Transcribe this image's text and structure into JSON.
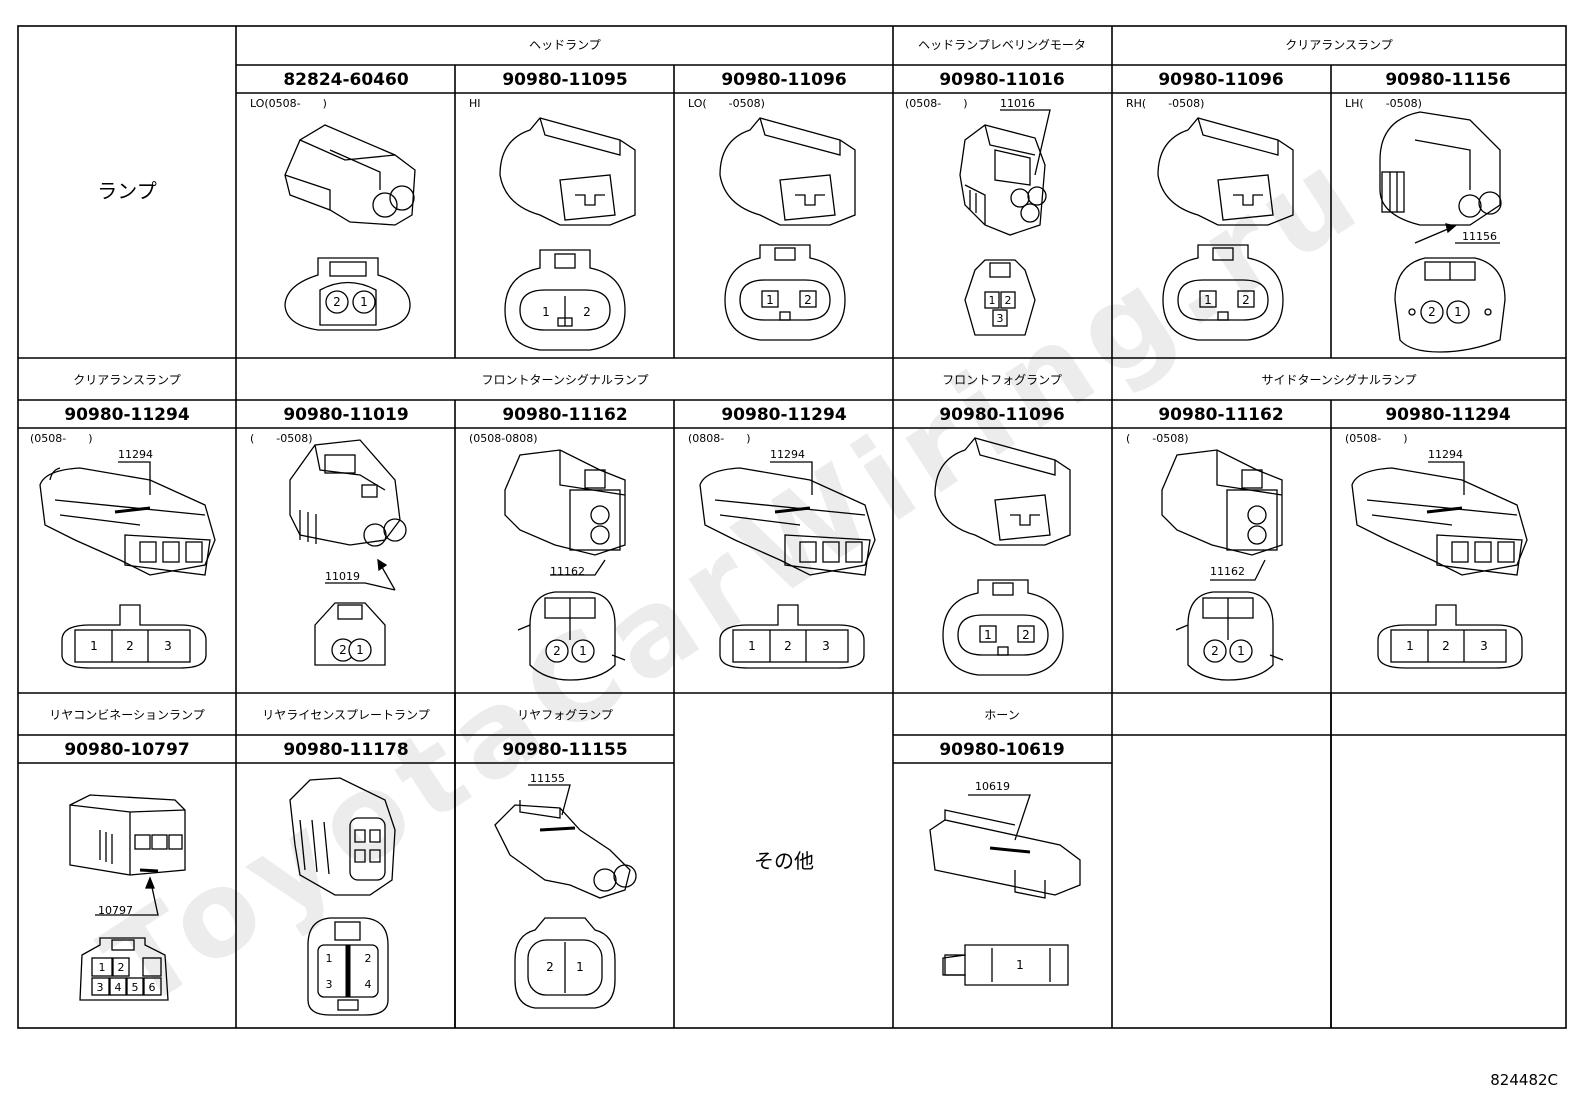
{
  "watermark": "ToyotaCarWiring.ru",
  "figure_ref": "824482C",
  "row1": {
    "label": "ランプ",
    "groups": [
      "ヘッドランプ",
      "ヘッドランプレベリングモータ",
      "クリアランスランプ"
    ],
    "parts": [
      {
        "pn": "82824-60460",
        "date": "LO(0508-　　)",
        "pins": [
          "2",
          "1"
        ]
      },
      {
        "pn": "90980-11095",
        "date": "HI",
        "pins": [
          "1",
          "2"
        ]
      },
      {
        "pn": "90980-11096",
        "date": "LO(　　-0508)",
        "pins": [
          "1",
          "2"
        ]
      },
      {
        "pn": "90980-11016",
        "date": "(0508-　　)",
        "tag": "11016",
        "pins": [
          "1",
          "2",
          "3"
        ]
      },
      {
        "pn": "90980-11096",
        "date": "RH(　　-0508)",
        "pins": [
          "1",
          "2"
        ]
      },
      {
        "pn": "90980-11156",
        "date": "LH(　　-0508)",
        "tag": "11156",
        "pins": [
          "2",
          "1"
        ]
      }
    ]
  },
  "row2": {
    "groups": [
      "クリアランスランプ",
      "フロントターンシグナルランプ",
      "フロントフォグランプ",
      "サイドターンシグナルランプ"
    ],
    "parts": [
      {
        "pn": "90980-11294",
        "date": "(0508-　　)",
        "tag": "11294",
        "pins": [
          "1",
          "2",
          "3"
        ]
      },
      {
        "pn": "90980-11019",
        "date": "(　　-0508)",
        "tag": "11019",
        "pins": [
          "2",
          "1"
        ]
      },
      {
        "pn": "90980-11162",
        "date": "(0508-0808)",
        "tag": "11162",
        "pins": [
          "2",
          "1"
        ]
      },
      {
        "pn": "90980-11294",
        "date": "(0808-　　)",
        "tag": "11294",
        "pins": [
          "1",
          "2",
          "3"
        ]
      },
      {
        "pn": "90980-11096",
        "date": "",
        "pins": [
          "1",
          "2"
        ]
      },
      {
        "pn": "90980-11162",
        "date": "(　　-0508)",
        "tag": "11162",
        "pins": [
          "2",
          "1"
        ]
      },
      {
        "pn": "90980-11294",
        "date": "(0508-　　)",
        "tag": "11294",
        "pins": [
          "1",
          "2",
          "3"
        ]
      }
    ]
  },
  "row3": {
    "groups": [
      "リヤコンビネーションランプ",
      "リヤライセンスプレートランプ",
      "リヤフォグランプ",
      "ホーン"
    ],
    "other": "その他",
    "parts": [
      {
        "pn": "90980-10797",
        "tag": "10797",
        "pins": [
          "1",
          "2",
          "3",
          "4",
          "5",
          "6"
        ]
      },
      {
        "pn": "90980-11178",
        "pins": [
          "1",
          "2",
          "3",
          "4"
        ]
      },
      {
        "pn": "90980-11155",
        "tag": "11155",
        "pins": [
          "2",
          "1"
        ]
      },
      {
        "pn": "90980-10619",
        "tag": "10619",
        "pins": [
          "1"
        ]
      }
    ]
  }
}
